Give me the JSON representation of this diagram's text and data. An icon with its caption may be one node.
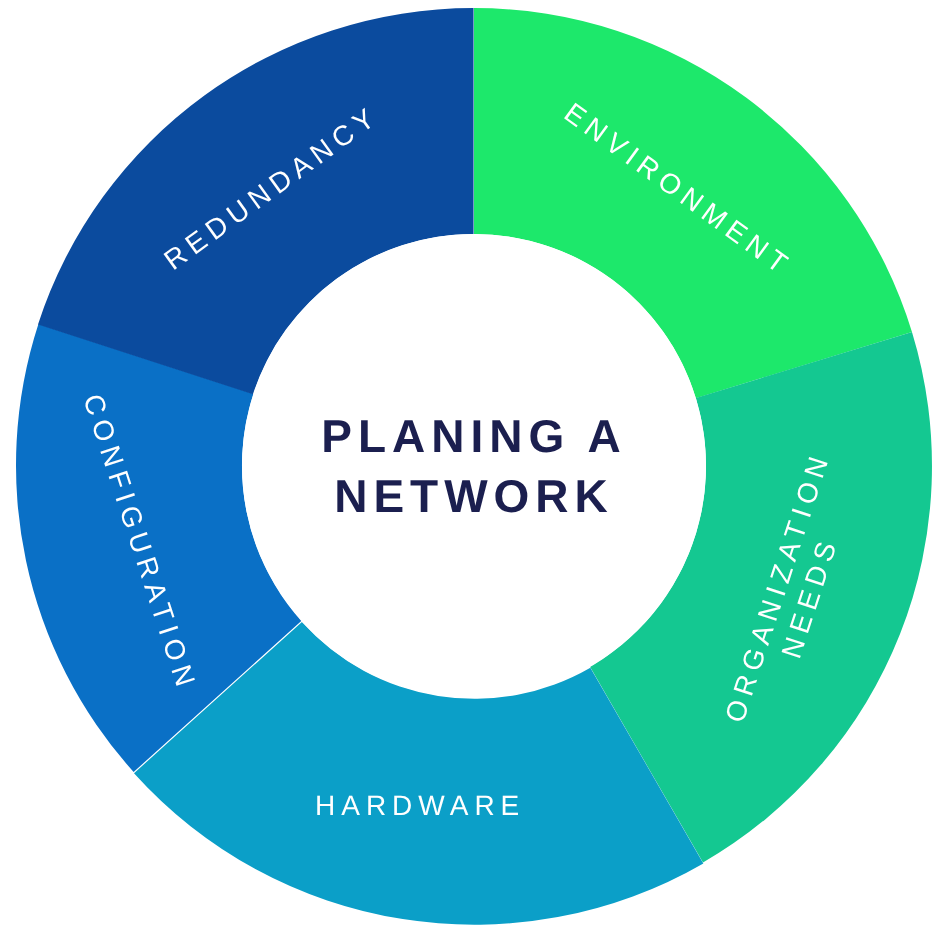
{
  "diagram": {
    "nodes": [
      {
        "text": [
          "PLANING A NETWORK"
        ]
      },
      {
        "text": [
          "ENVIRONMENT"
        ]
      },
      {
        "text": [
          "ORGANIZATION NEEDS"
        ]
      },
      {
        "text": [
          "HARDWARE"
        ]
      },
      {
        "text": [
          "CONFIGURATION"
        ]
      },
      {
        "text": [
          "REDUNDANCY"
        ]
      }
    ]
  }
}
